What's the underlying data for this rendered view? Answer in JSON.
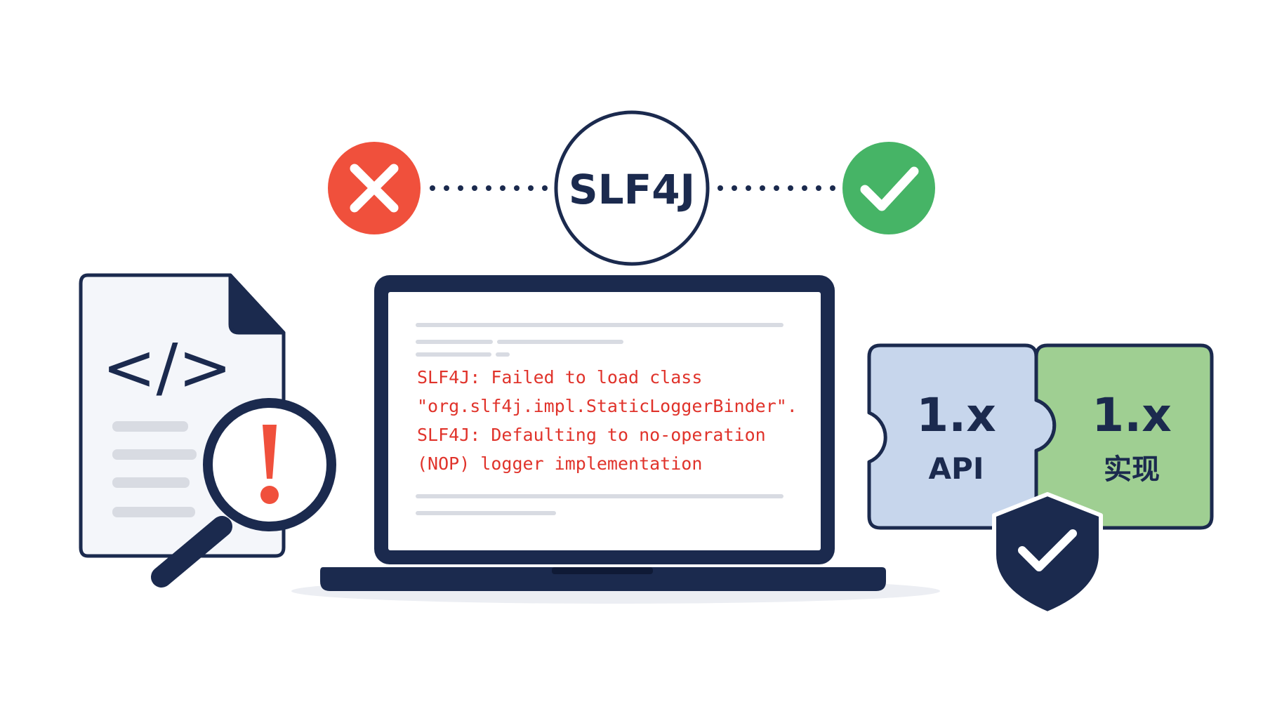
{
  "header": {
    "center_badge_label": "SLF4J",
    "left_status": "error",
    "right_status": "success"
  },
  "terminal": {
    "lines": [
      "SLF4J: Failed to load class",
      "\"org.slf4j.impl.StaticLoggerBinder\".",
      "SLF4J: Defaulting to no-operation",
      "(NOP) logger implementation"
    ]
  },
  "puzzle": {
    "api_version": "1.x",
    "api_label": "API",
    "impl_version": "1.x",
    "impl_label": "实现"
  },
  "document": {
    "code_symbol": "</>"
  },
  "magnifier": {
    "alert_symbol": "!"
  },
  "colors": {
    "navy": "#1b2a4e",
    "error_red": "#f0503c",
    "success_green": "#46b466",
    "terminal_text_red": "#e0332b",
    "api_blue": "#c7d6ec",
    "impl_green": "#9fcf92",
    "screen_gray": "#d8dbe2"
  },
  "icons": {
    "left": "close-icon",
    "right": "check-icon",
    "document": "code-document-icon",
    "magnifier": "magnifier-alert-icon",
    "shield": "shield-check-icon",
    "laptop": "laptop-icon",
    "puzzle": "puzzle-pieces-icon"
  }
}
